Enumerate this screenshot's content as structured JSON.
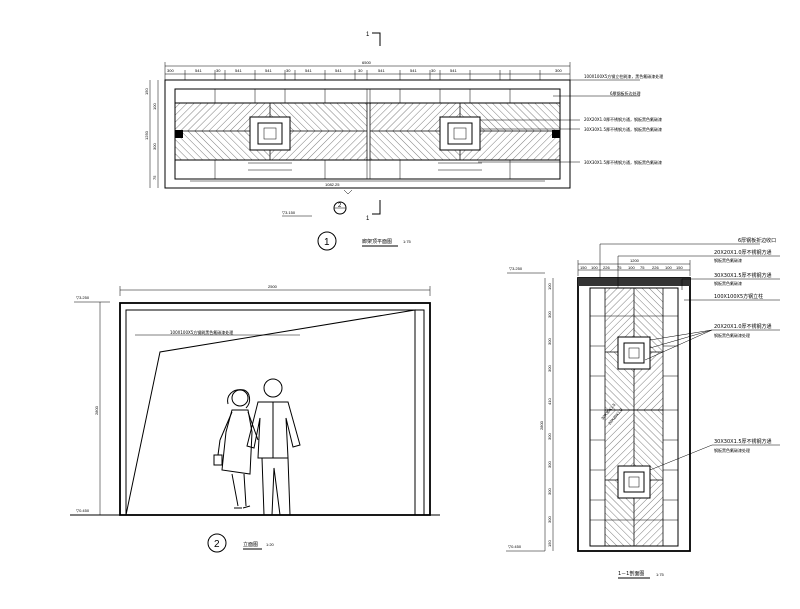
{
  "section_marks": {
    "cut_number": "1"
  },
  "plan": {
    "title": "廊架顶平面图",
    "scale": "1:75",
    "number": "1",
    "total_dim": "6500",
    "chain_dims": [
      "300",
      "541",
      "30",
      "541",
      "541",
      "30",
      "541",
      "541",
      "30",
      "541",
      "541",
      "30",
      "541",
      "300"
    ],
    "side_dims": [
      "150",
      "100",
      "300",
      "75",
      "1250"
    ],
    "bottom_dim": "1082.25",
    "elevation": "▽3.150",
    "view_mark": "2",
    "notes": [
      "100X100X5方钢立柱刷漆，黑色氟碳漆处理",
      "6厚钢板折边处理",
      "20X20X1.0厚不锈钢方通，钢板黑色氟碳漆",
      "30X30X1.5厚不锈钢方通，钢板黑色氟碳漆",
      "30X30X1.5厚不锈钢方通，钢板黑色氟碳漆"
    ]
  },
  "elevation": {
    "title": "立面图",
    "scale": "1:20",
    "number": "2",
    "top_elev": "▽3.250",
    "bottom_elev": "▽0.450",
    "width_dim": "2500",
    "height_dim": "2800",
    "note": "100X100X5方钢刷黑色氟碳漆处理"
  },
  "section": {
    "title": "1－1剖面图",
    "scale": "1:75",
    "top_dims": [
      "150",
      "100",
      "226",
      "75",
      "100",
      "75",
      "226",
      "100",
      "150"
    ],
    "total_dim": "1200",
    "top_elev": "▽3.250",
    "bottom_elev": "▽0.450",
    "left_dims": [
      "100",
      "300",
      "300",
      "300",
      "410",
      "300",
      "300",
      "300",
      "300",
      "150"
    ],
    "total_height": "2800",
    "diag_labels": [
      "30X30X1.5",
      "20X20X1.0"
    ],
    "notes": [
      {
        "l1": "6厚钢板折边收口",
        "l2": ""
      },
      {
        "l1": "20X20X1.0厚不锈钢方通",
        "l2": "钢板黑色氟碳漆"
      },
      {
        "l1": "30X30X1.5厚不锈钢方通",
        "l2": "钢板黑色氟碳漆"
      },
      {
        "l1": "100X100X5方钢立柱",
        "l2": ""
      },
      {
        "l1": "20X20X1.0厚不锈钢方通",
        "l2": "钢板黑色氟碳漆处理"
      },
      {
        "l1": "30X30X1.5厚不锈钢方通",
        "l2": "钢板黑色氟碳漆处理"
      }
    ]
  }
}
